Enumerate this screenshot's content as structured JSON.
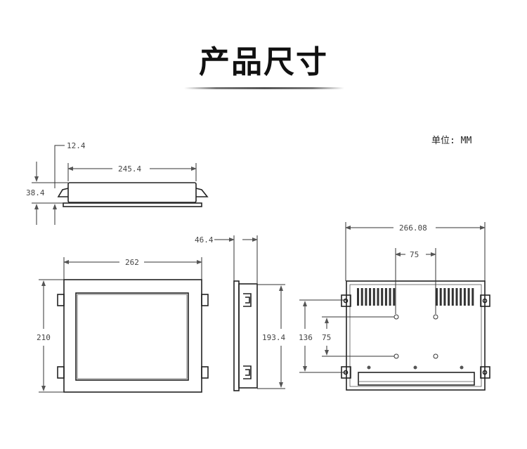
{
  "title": "产品尺寸",
  "unit_label": "单位: MM",
  "dimensions": {
    "top_view": {
      "depth_offset": "12.4",
      "width": "245.4",
      "height": "38.4"
    },
    "front_view": {
      "width": "262",
      "height": "210"
    },
    "side_view": {
      "depth": "46.4",
      "height": "193.4"
    },
    "back_view": {
      "width": "266.08",
      "vesa_horizontal": "75",
      "vesa_vertical": "75",
      "mount_spacing": "136"
    }
  }
}
